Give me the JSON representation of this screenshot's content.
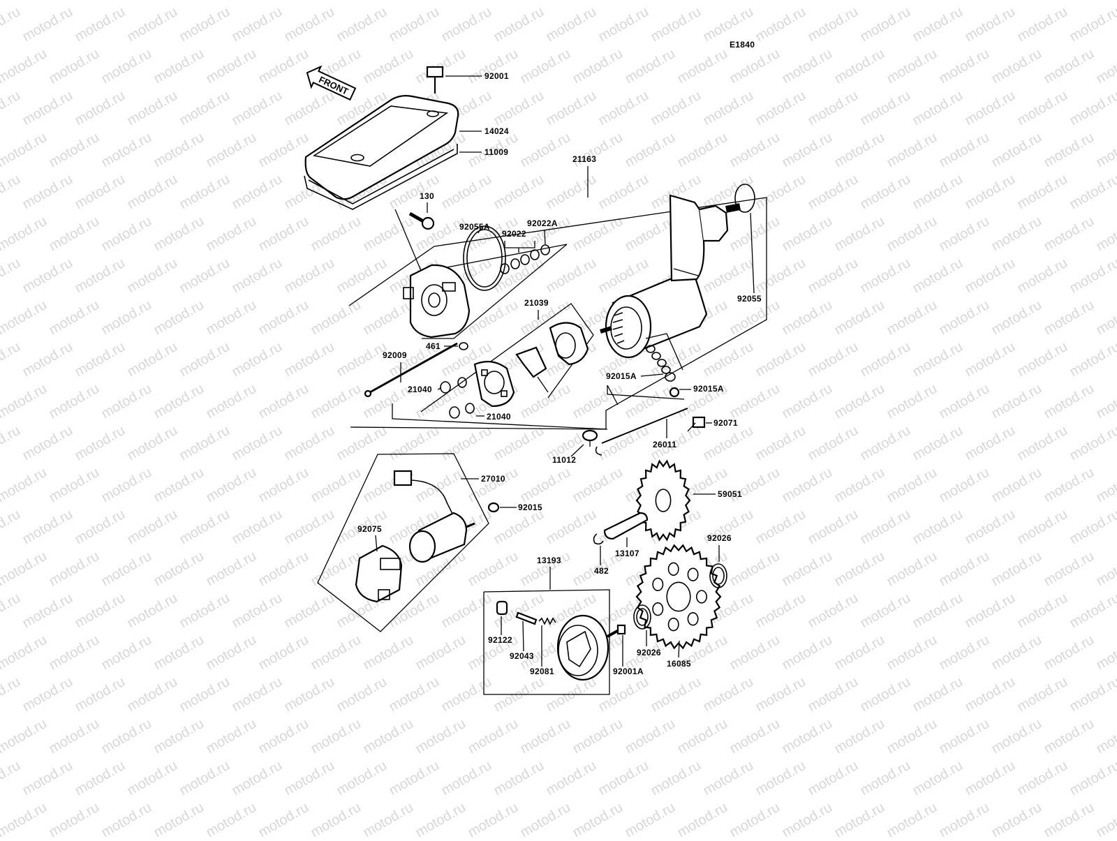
{
  "diagram_id": "E1840",
  "front_label": "FRONT",
  "watermark_text": "motod.ru",
  "colors": {
    "ink": "#000000",
    "paper": "#ffffff",
    "watermark": "#b8b8b8"
  },
  "labels": {
    "p92001": "92001",
    "p14024": "14024",
    "p11009": "11009",
    "p21163": "21163",
    "p130": "130",
    "p92055A": "92055A",
    "p92022": "92022",
    "p92022A": "92022A",
    "p92055": "92055",
    "p21039": "21039",
    "p461": "461",
    "p92009": "92009",
    "p21040a": "21040",
    "p21040b": "21040",
    "p92015Aa": "92015A",
    "p92015Ab": "92015A",
    "p92071": "92071",
    "p26011": "26011",
    "p11012": "11012",
    "p27010": "27010",
    "p92015": "92015",
    "p92075": "92075",
    "p59051": "59051",
    "p13107": "13107",
    "p482": "482",
    "p92026a": "92026",
    "p92026b": "92026",
    "p13193": "13193",
    "p92122": "92122",
    "p92043": "92043",
    "p92081": "92081",
    "p92001A": "92001A",
    "p16085": "16085"
  }
}
